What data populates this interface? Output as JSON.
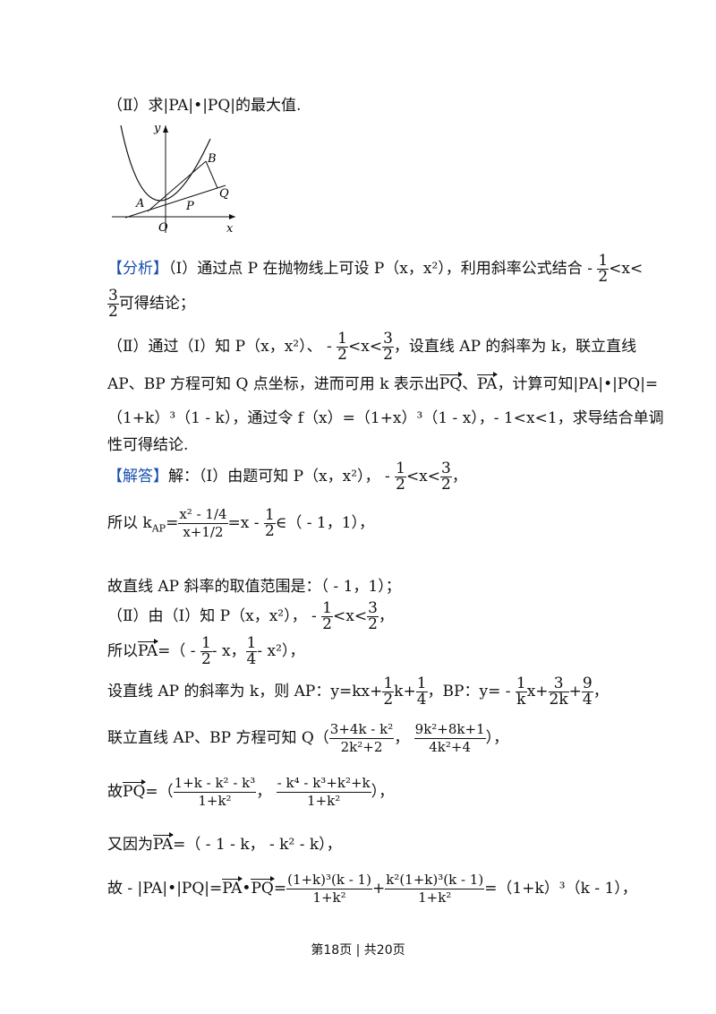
{
  "q2": "（Ⅱ）求|PA|•|PQ|的最大值.",
  "figure": {
    "y": "y",
    "x": "x",
    "O": "O",
    "A": "A",
    "B": "B",
    "P": "P",
    "Q": "Q"
  },
  "analysis": {
    "tag": "【分析】",
    "l1a": "（Ⅰ）通过点 P 在抛物线上可设 P（x，x²），利用斜率公式结合 -",
    "l1b": "<x<",
    "l2": "可得结论；",
    "l3a": "（Ⅱ）通过（Ⅰ）知 P（x，x²）、 -",
    "l3b": "<x<",
    "l3c": "，设直线 AP 的斜率为 k，联立直线",
    "l4a": "AP、BP 方程可知 Q 点坐标，进而可用 k 表示出",
    "l4b": "、",
    "l4c": "，计算可知|PA|•|PQ|=",
    "l5": "（1+k）³（1 - k），通过令 f（x）=（1+x）³（1 - x），- 1<x<1，求导结合单调",
    "l6": "性可得结论."
  },
  "solution": {
    "tag": "【解答】",
    "s1a": "解：（Ⅰ）由题可知 P（x，x²）， -",
    "s1b": "<x<",
    "s1c": "，",
    "s2a": "所以 k",
    "s2sub": "AP",
    "s2b": "=",
    "s2c": "=x -",
    "s2d": "∈（ - 1，1），",
    "s3": "故直线 AP 斜率的取值范围是：（ - 1，1）；",
    "s4a": "（Ⅱ）由（Ⅰ）知 P（x，x²）， -",
    "s4b": "<x<",
    "s4c": "，",
    "s5a": "所以",
    "s5b": "=（ -",
    "s5c": "- x，",
    "s5d": "- x²），",
    "s6a": "设直线 AP 的斜率为 k，则 AP：y=kx+",
    "s6b": "k+",
    "s6c": "，BP：y= -",
    "s6d": "x+",
    "s6e": "+",
    "s6f": "，",
    "s7a": "联立直线 AP、BP 方程可知 Q（",
    "s7b": "，",
    "s7c": "），",
    "s8a": "故",
    "s8b": "=（",
    "s8c": "，",
    "s8d": "），",
    "s9a": "又因为",
    "s9b": "=（ - 1 - k，  - k² - k），",
    "s10a": "故 - |PA|•|PQ|=",
    "s10b": "•",
    "s10c": "=",
    "s10d": "+",
    "s10e": "=（1+k）³（k - 1），"
  },
  "fractions": {
    "half": [
      "1",
      "2"
    ],
    "three_half": [
      "3",
      "2"
    ],
    "quarter": [
      "1",
      "4"
    ],
    "k_over": [
      "1",
      "k"
    ],
    "three_2k": [
      "3",
      "2k"
    ],
    "nine_4": [
      "9",
      "4"
    ],
    "kap_num": "x² - 1/4",
    "kap_den": "x+1/2",
    "qx": [
      "3+4k - k²",
      "2k²+2"
    ],
    "qy": [
      "9k²+8k+1",
      "4k²+4"
    ],
    "pqx": [
      "1+k - k² - k³",
      "1+k²"
    ],
    "pqy": [
      "- k⁴ - k³+k²+k",
      "1+k²"
    ],
    "t1": [
      "(1+k)³(k - 1)",
      "1+k²"
    ],
    "t2": [
      "k²(1+k)³(k - 1)",
      "1+k²"
    ]
  },
  "vec": {
    "PQ": "PQ",
    "PA": "PA"
  },
  "footer": "第18页  |  共20页"
}
